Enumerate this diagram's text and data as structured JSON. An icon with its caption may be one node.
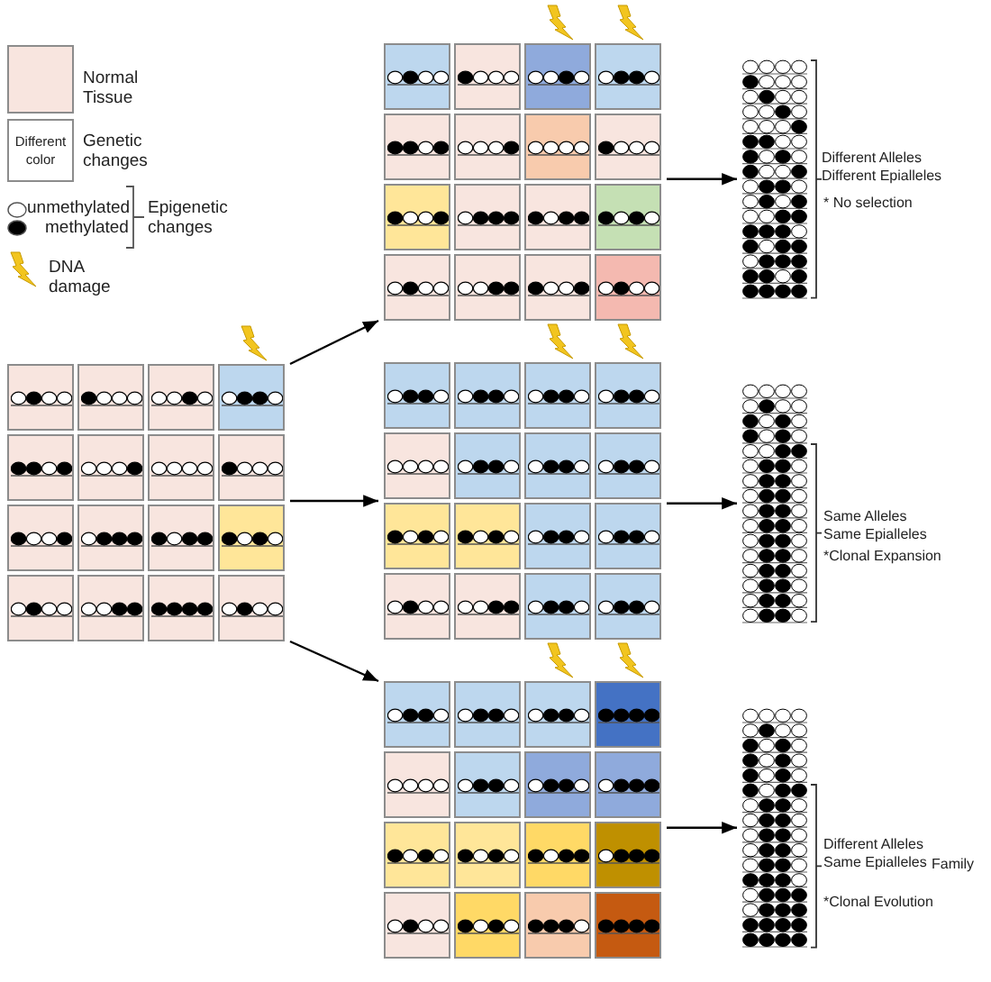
{
  "diagram": {
    "nodes": [
      {
        "text": [],
        "shape": "grid"
      },
      {
        "text": [],
        "shape": "grid"
      },
      {
        "text": [],
        "shape": "grid"
      },
      {
        "text": [],
        "shape": "grid"
      },
      {
        "text": [],
        "shape": "stack",
        "beside": [
          "Different Alleles Different Epialleles",
          "* No selection"
        ]
      },
      {
        "text": [],
        "shape": "stack",
        "beside": [
          "Same Alleles Same Epialleles",
          "*Clonal Expansion"
        ]
      },
      {
        "text": [],
        "shape": "stack",
        "beside": [
          "Different Alleles Same Epialleles",
          "Family",
          "*Clonal Evolution"
        ]
      }
    ],
    "edges": [
      {
        "from": 0,
        "to": 1,
        "arrow": "to"
      },
      {
        "from": 0,
        "to": 2,
        "arrow": "to"
      },
      {
        "from": 0,
        "to": 3,
        "arrow": "to"
      },
      {
        "from": 1,
        "to": 4,
        "arrow": "to"
      },
      {
        "from": 2,
        "to": 5,
        "arrow": "to"
      },
      {
        "from": 3,
        "to": 6,
        "arrow": "to"
      }
    ],
    "labels": [
      "Different color",
      "Epigenetic changes"
    ],
    "legend": [
      {
        "text": "Normal Tissue",
        "color": "#f8e5df"
      },
      {
        "text": "Genetic changes"
      },
      {
        "text": "unmethylated"
      },
      {
        "text": "methylated"
      },
      {
        "text": "DNA damage"
      }
    ]
  }
}
